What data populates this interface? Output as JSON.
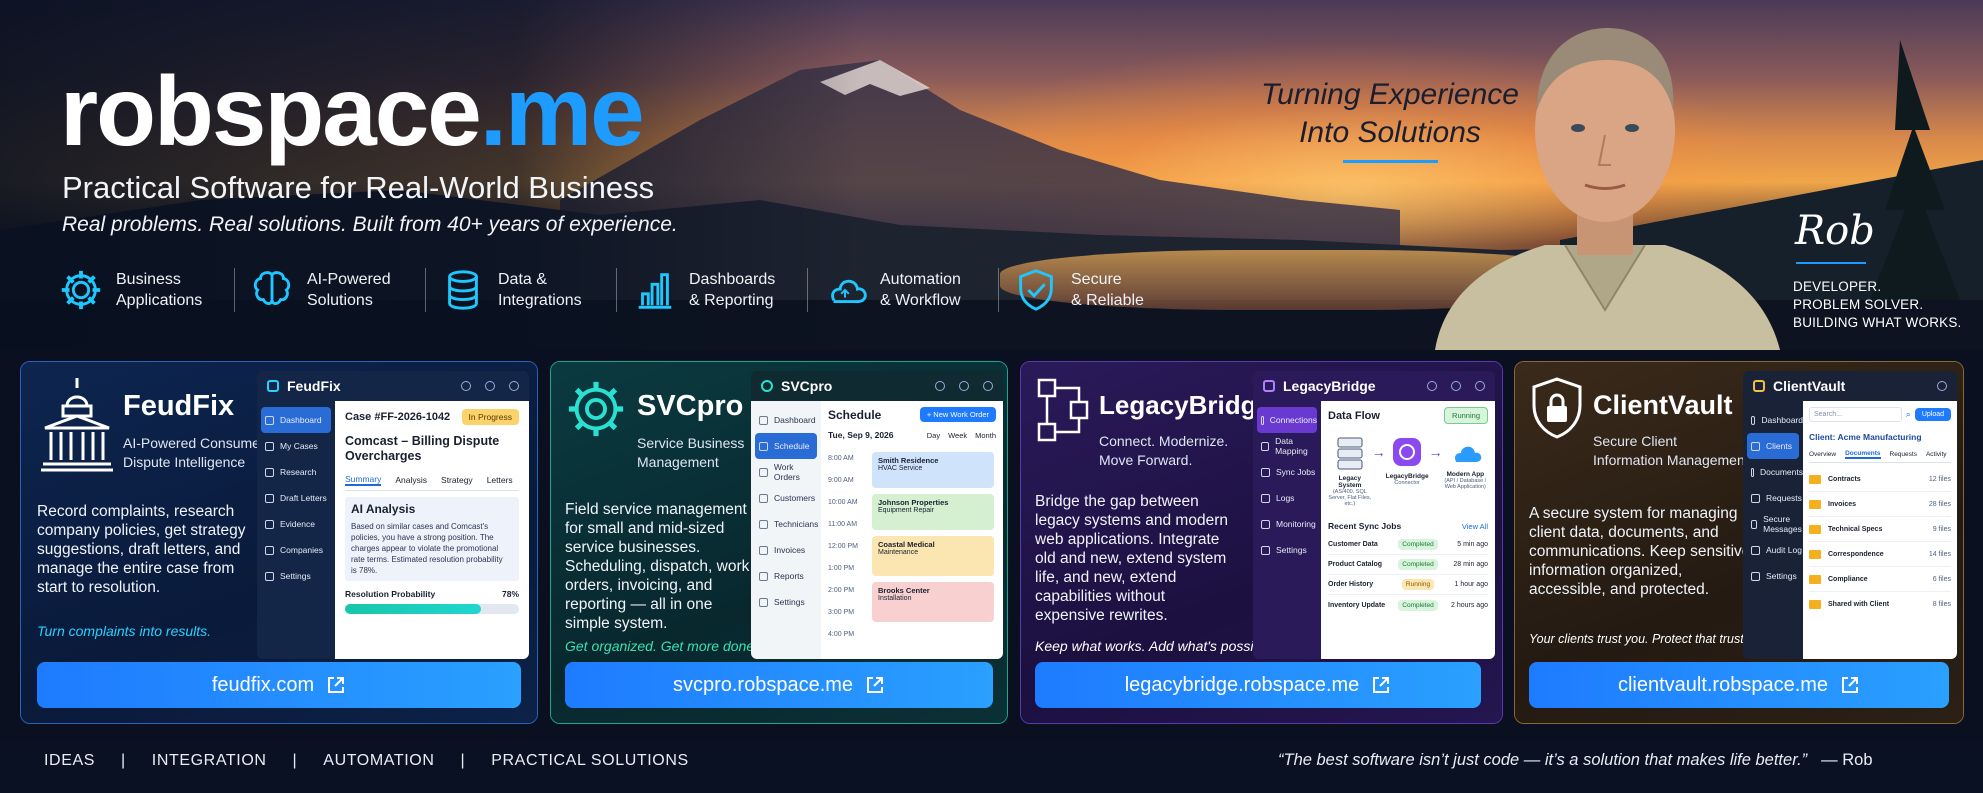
{
  "brand": {
    "name_a": "robspace",
    "name_b": ".me",
    "accent": "#1e9bff"
  },
  "hero": {
    "tagline": "Practical Software for Real-World Business",
    "subtagline": "Real problems. Real solutions. Built from 40+ years of experience.",
    "features": [
      {
        "l1": "Business",
        "l2": "Applications",
        "icon": "gear-icon"
      },
      {
        "l1": "AI-Powered",
        "l2": "Solutions",
        "icon": "brain-icon"
      },
      {
        "l1": "Data &",
        "l2": "Integrations",
        "icon": "database-icon"
      },
      {
        "l1": "Dashboards",
        "l2": "& Reporting",
        "icon": "bar-chart-icon"
      },
      {
        "l1": "Automation",
        "l2": "& Workflow",
        "icon": "cloud-icon"
      },
      {
        "l1": "Secure",
        "l2": "& Reliable",
        "icon": "shield-check-icon"
      }
    ],
    "turning_l1": "Turning Experience",
    "turning_l2": "Into Solutions",
    "signature": "Rob",
    "role_l1": "DEVELOPER.",
    "role_l2": "PROBLEM SOLVER.",
    "role_l3": "BUILDING WHAT WORKS."
  },
  "cards": {
    "feudfix": {
      "title": "FeudFix",
      "sub_l1": "AI-Powered Consumer",
      "sub_l2": "Dispute Intelligence",
      "desc_l1": "Record complaints, research",
      "desc_l2": "company policies, get strategy",
      "desc_l3": "suggestions, draft letters, and",
      "desc_l4": "manage the entire case from",
      "desc_l5": "start to resolution.",
      "slogan": "Turn complaints into results.",
      "link": "feudfix.com",
      "mock": {
        "app": "FeudFix",
        "nav": [
          "Dashboard",
          "My Cases",
          "Research",
          "Draft Letters",
          "Evidence",
          "Companies",
          "Settings"
        ],
        "case_id": "Case #FF-2026-1042",
        "status": "In Progress",
        "case_title_l1": "Comcast – Billing Dispute",
        "case_title_l2": "Overcharges",
        "tabs": [
          "Summary",
          "Analysis",
          "Strategy",
          "Letters"
        ],
        "ai_heading": "AI Analysis",
        "ai_l1": "Based on similar cases and Comcast's",
        "ai_l2": "policies, you have a strong position. The",
        "ai_l3": "charges appear to violate the promotional",
        "ai_l4": "rate terms. Estimated resolution probability",
        "ai_l5": "is 78%.",
        "prob_label": "Resolution Probability",
        "prob_value": "78%",
        "prob": 0.78
      }
    },
    "svcpro": {
      "title": "SVCpro",
      "sub_l1": "Service Business",
      "sub_l2": "Management",
      "desc_l1": "Field service management",
      "desc_l2": "for small and mid-sized",
      "desc_l3": "service businesses.",
      "desc_l4": "Scheduling, dispatch, work",
      "desc_l5": "orders, invoicing, and",
      "desc_l6": "reporting — all in one",
      "desc_l7": "simple system.",
      "slogan": "Get organized. Get more done.",
      "link": "svcpro.robspace.me",
      "mock": {
        "app": "SVCpro",
        "nav": [
          "Dashboard",
          "Schedule",
          "Work Orders",
          "Customers",
          "Technicians",
          "Invoices",
          "Reports",
          "Settings"
        ],
        "heading": "Schedule",
        "new_btn": "+ New Work Order",
        "date": "Tue, Sep 9, 2026",
        "views": [
          "Day",
          "Week",
          "Month"
        ],
        "times": [
          "8:00 AM",
          "9:00 AM",
          "10:00 AM",
          "11:00 AM",
          "12:00 PM",
          "1:00 PM",
          "2:00 PM",
          "3:00 PM",
          "4:00 PM"
        ],
        "events": [
          {
            "t": "Smith Residence",
            "s": "HVAC Service",
            "color": "#cfe3fb"
          },
          {
            "t": "Johnson Properties",
            "s": "Equipment Repair",
            "color": "#d4f0d0"
          },
          {
            "t": "Coastal Medical",
            "s": "Maintenance",
            "color": "#fbe5b0"
          },
          {
            "t": "Brooks Center",
            "s": "Installation",
            "color": "#f8d0d0"
          }
        ]
      }
    },
    "legacy": {
      "title": "LegacyBridge",
      "sub_l1": "Connect. Modernize.",
      "sub_l2": "Move Forward.",
      "desc_l1": "Bridge the gap between",
      "desc_l2": "legacy systems and modern",
      "desc_l3": "web applications. Integrate",
      "desc_l4": "old and new, extend system",
      "desc_l5": "life, and new, extend",
      "desc_l6": "capabilities without",
      "desc_l7": "expensive rewrites.",
      "slogan": "Keep what works. Add what's possible.",
      "link": "legacybridge.robspace.me",
      "mock": {
        "app": "LegacyBridge",
        "nav": [
          "Connections",
          "Data Mapping",
          "Sync Jobs",
          "Logs",
          "Monitoring",
          "Settings"
        ],
        "heading": "Data Flow",
        "status": "Running",
        "n1": "Legacy System",
        "n1s": "(AS/400, SQL Server, Flat Files, etc.)",
        "n2": "LegacyBridge",
        "n2s": "Connector",
        "n3": "Modern App",
        "n3s": "(API / Database / Web Application)",
        "jobs_heading": "Recent Sync Jobs",
        "view_all": "View All",
        "jobs": [
          {
            "n": "Customer Data",
            "s": "Completed",
            "t": "5 min ago"
          },
          {
            "n": "Product Catalog",
            "s": "Completed",
            "t": "28 min ago"
          },
          {
            "n": "Order History",
            "s": "Running",
            "t": "1 hour ago"
          },
          {
            "n": "Inventory Update",
            "s": "Completed",
            "t": "2 hours ago"
          }
        ]
      }
    },
    "vault": {
      "title": "ClientVault",
      "sub_l1": "Secure Client",
      "sub_l2": "Information Management",
      "desc_l1": "A secure system for managing",
      "desc_l2": "client data, documents, and",
      "desc_l3": "communications. Keep sensitive",
      "desc_l4": "information organized,",
      "desc_l5": "accessible, and protected.",
      "slogan": "Your clients trust you. Protect that trust.",
      "link": "clientvault.robspace.me",
      "mock": {
        "app": "ClientVault",
        "nav": [
          "Dashboard",
          "Clients",
          "Documents",
          "Requests",
          "Secure Messages",
          "Audit Log",
          "Settings"
        ],
        "search": "Search...",
        "upload": "Upload",
        "client": "Client: Acme Manufacturing",
        "tabs": [
          "Overview",
          "Documents",
          "Requests",
          "Activity"
        ],
        "folders": [
          {
            "n": "Contracts",
            "c": "12 files"
          },
          {
            "n": "Invoices",
            "c": "28 files"
          },
          {
            "n": "Technical Specs",
            "c": "9 files"
          },
          {
            "n": "Correspondence",
            "c": "14 files"
          },
          {
            "n": "Compliance",
            "c": "6 files"
          },
          {
            "n": "Shared with Client",
            "c": "8 files"
          }
        ]
      }
    }
  },
  "footer": {
    "nav": [
      "IDEAS",
      "INTEGRATION",
      "AUTOMATION",
      "PRACTICAL SOLUTIONS"
    ],
    "sep": "|",
    "quote": "“The best software isn’t just code — it’s a solution that makes life better.”",
    "by": "— Rob"
  }
}
